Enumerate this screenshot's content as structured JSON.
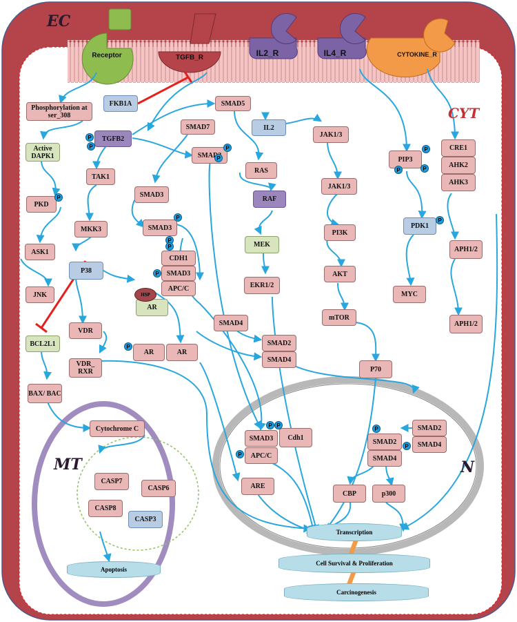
{
  "regions": {
    "ec": "EC",
    "cyt": "CYT",
    "mt": "MT",
    "n": "N"
  },
  "receptors": [
    {
      "id": "receptor",
      "label": "Receptor",
      "color": "#8fbc4f"
    },
    {
      "id": "tgfb",
      "label": "TGFB_R",
      "color": "#b5434a"
    },
    {
      "id": "il2",
      "label": "IL2_R",
      "color": "#7b63a6"
    },
    {
      "id": "il4",
      "label": "IL4_R",
      "color": "#7b63a6"
    },
    {
      "id": "cytokine",
      "label": "CYTOKINE_R",
      "color": "#f39a48"
    }
  ],
  "nodes": {
    "phos": "Phosphorylation at ser_308",
    "fkb1a": "FKB1A",
    "smad5": "SMAD5",
    "smad7": "SMAD7",
    "tgfb2": "TGFB2",
    "active_dapk1": "Active DAPK1",
    "smad2_top": "SMAD2",
    "tak1": "TAK1",
    "smad3_a": "SMAD3",
    "smad3_b": "SMAD3",
    "cdh1_a": "CDH1",
    "smad3_c": "SMAD3",
    "apcc_a": "APC/C",
    "pkd": "PKD",
    "mkk3": "MKK3",
    "ask1": "ASK1",
    "jnk": "JNK",
    "p38": "P38",
    "ar_hsp": "AR",
    "hsp": "HSP",
    "bcl2l1": "BCL2L1",
    "vdr": "VDR",
    "ar_1": "AR",
    "ar_2": "AR",
    "vdr_rxr": "VDR_ RXR",
    "bax_bac": "BAX/ BAC",
    "il2": "IL2",
    "ras": "RAS",
    "raf": "RAF",
    "mek": "MEK",
    "ekr12": "EKR1/2",
    "smad4_a": "SMAD4",
    "smad2_mid": "SMAD2",
    "smad4_mid": "SMAD4",
    "jak13_a": "JAK1/3",
    "jak13_b": "JAK1/3",
    "pi3k": "PI3K",
    "akt": "AKT",
    "mtor": "mTOR",
    "p70": "P70",
    "pip3": "PIP3",
    "pdk1": "PDK1",
    "myc": "MYC",
    "cre1": "CRE1",
    "ahk2": "AHK2",
    "ahk3": "AHK3",
    "aph12_a": "APH1/2",
    "aph12_b": "APH1/2",
    "cytc": "Cytochrome C",
    "casp7": "CASP7",
    "casp6": "CASP6",
    "casp8": "CASP8",
    "casp3": "CASP3",
    "apoptosis": "Apoptosis",
    "smad3_n": "SMAD3",
    "cdh1_n": "Cdh1",
    "apcc_n": "APC/C",
    "are": "ARE",
    "smad2_n1": "SMAD2",
    "smad2_n2": "SMAD2",
    "smad4_n1": "SMAD4",
    "smad4_n2": "SMAD4",
    "cbp": "CBP",
    "p300": "p300",
    "transcription": "Transcription",
    "survival": "Cell Survival & Proliferation",
    "carcinogenesis": "Carcinogenesis"
  },
  "phospho_label": "P",
  "colors": {
    "ec": "#b5434a",
    "membrane": "#f4b6b6",
    "arrow": "#28a6de",
    "inhibit": "#e61e1e",
    "mito": "#a08cbf",
    "nucleus": "#d0d0d0"
  }
}
